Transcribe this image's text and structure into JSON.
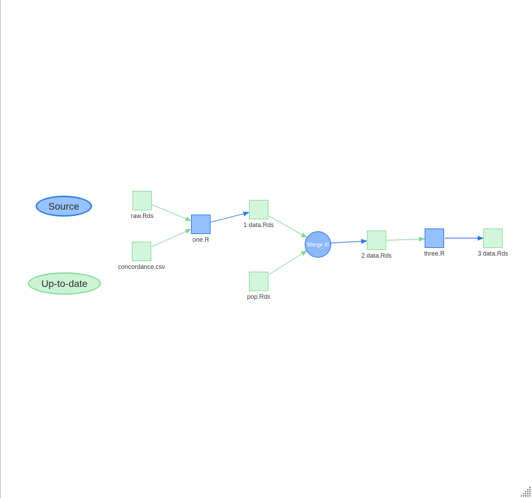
{
  "canvas": {
    "background": "#ffffff"
  },
  "legend": {
    "source": {
      "label": "Source",
      "fill": "#97C2FC",
      "border": "#2B7CE9"
    },
    "up_to_date": {
      "label": "Up-to-date",
      "fill": "#CBF4D4",
      "border": "#8EDC9D"
    }
  },
  "graph": {
    "nodes": [
      {
        "label": "raw.Rds",
        "shape": "square",
        "status": "up-to-date"
      },
      {
        "label": "concordance.csv",
        "shape": "square",
        "status": "up-to-date"
      },
      {
        "label": "one.R",
        "shape": "square",
        "status": "source"
      },
      {
        "label": "1 data.Rds",
        "shape": "square",
        "status": "up-to-date"
      },
      {
        "label": "pop.Rds",
        "shape": "square",
        "status": "up-to-date"
      },
      {
        "label": "Merge it!",
        "shape": "circle",
        "status": "source"
      },
      {
        "label": "2 data.Rds",
        "shape": "square",
        "status": "up-to-date"
      },
      {
        "label": "three.R",
        "shape": "square",
        "status": "source"
      },
      {
        "label": "3 data.Rds",
        "shape": "square",
        "status": "up-to-date"
      }
    ],
    "edges": [
      {
        "from": "raw.Rds",
        "to": "one.R",
        "color": "up-to-date"
      },
      {
        "from": "concordance.csv",
        "to": "one.R",
        "color": "up-to-date"
      },
      {
        "from": "one.R",
        "to": "1 data.Rds",
        "color": "source"
      },
      {
        "from": "1 data.Rds",
        "to": "Merge it!",
        "color": "up-to-date"
      },
      {
        "from": "pop.Rds",
        "to": "Merge it!",
        "color": "up-to-date"
      },
      {
        "from": "Merge it!",
        "to": "2 data.Rds",
        "color": "source"
      },
      {
        "from": "2 data.Rds",
        "to": "three.R",
        "color": "up-to-date"
      },
      {
        "from": "three.R",
        "to": "3 data.Rds",
        "color": "source"
      }
    ]
  },
  "colors": {
    "node_source_fill": "#94C0FB",
    "node_source_border": "#2B7CE9",
    "node_uptodate_fill": "#D3F5DC",
    "node_uptodate_border": "#8FDFA2",
    "edge_source_line": "#6796EA",
    "edge_source_arrow": "#2B7CE9",
    "edge_uptodate_line": "#AEE0BA",
    "edge_uptodate_arrow": "#85D598",
    "label_text": "#3B3B3B"
  }
}
